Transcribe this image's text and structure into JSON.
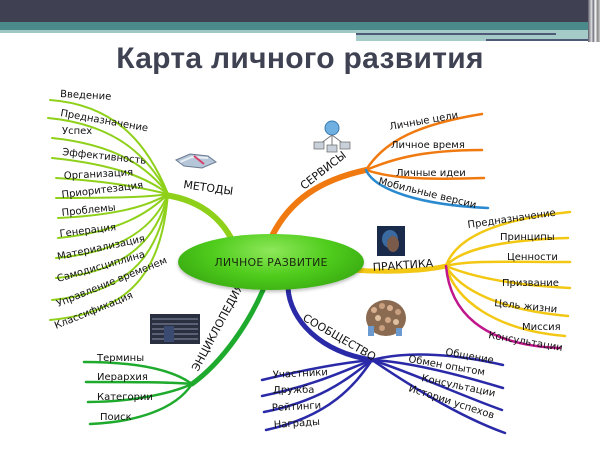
{
  "slide": {
    "title": "Карта личного развития"
  },
  "center": {
    "label": "ЛИЧНОЕ РАЗВИТИЕ",
    "color": "#4fcc1c"
  },
  "branches": {
    "methods": {
      "label": "МЕТОДЫ",
      "color": "#8fd11a",
      "icon": "book-icon",
      "items": [
        "Введение",
        "Предназначение",
        "Успех",
        "Эффективность",
        "Организация",
        "Приоритезация",
        "Проблемы",
        "Генерация",
        "Материализация",
        "Самодисциплина",
        "Управление временем",
        "Классификация"
      ]
    },
    "services": {
      "label": "СЕРВИСЫ",
      "color": "#f07a10",
      "icon": "network-icon",
      "items": [
        "Личные цели",
        "Личное время",
        "Личные идеи",
        "Мобильные версии"
      ],
      "mobile_color": "#2a8ad0"
    },
    "practice": {
      "label": "ПРАКТИКА",
      "color": "#f2c814",
      "icon": "person-photo-icon",
      "items": [
        "Предназначение",
        "Принципы",
        "Ценности",
        "Призвание",
        "Цель жизни",
        "Миссия",
        "Консультации"
      ],
      "consult_color": "#c0188c"
    },
    "community": {
      "label": "СООБЩЕСТВО",
      "color": "#2a2aa8",
      "icon": "crowd-icon",
      "left_items": [
        "Участники",
        "Дружба",
        "Рейтинги",
        "Награды"
      ],
      "right_items": [
        "Общение",
        "Обмен опытом",
        "Консультации",
        "Истории успехов"
      ]
    },
    "encyclopedia": {
      "label": "ЭНЦИКЛОПЕДИЯ",
      "color": "#1eaa2c",
      "icon": "library-icon",
      "items": [
        "Термины",
        "Иерархия",
        "Категории",
        "Поиск"
      ]
    }
  }
}
